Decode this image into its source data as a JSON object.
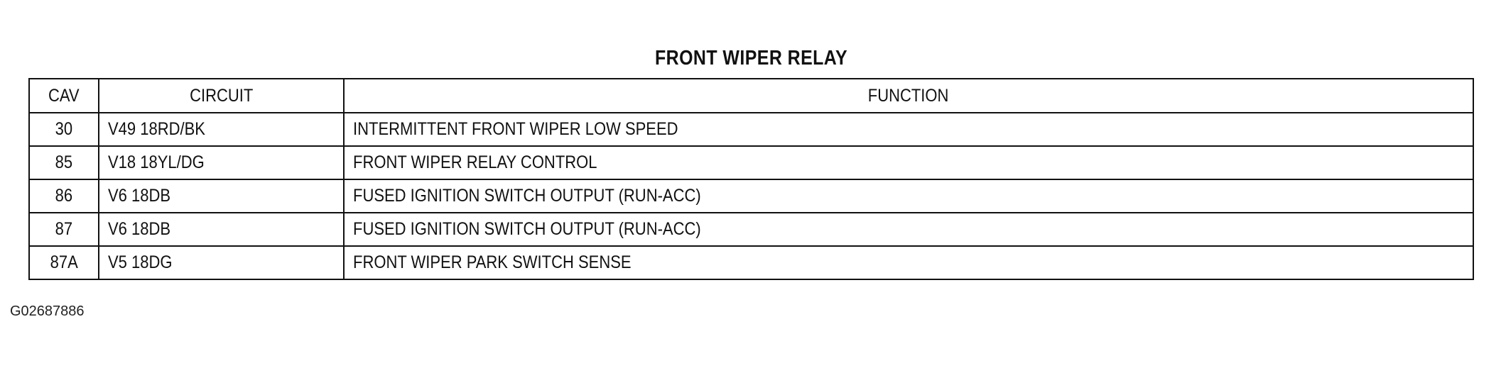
{
  "title": "FRONT WIPER RELAY",
  "table": {
    "headers": {
      "cav": "CAV",
      "circuit": "CIRCUIT",
      "function": "FUNCTION"
    },
    "rows": [
      {
        "cav": "30",
        "circuit": "V49 18RD/BK",
        "function": "INTERMITTENT FRONT WIPER LOW SPEED"
      },
      {
        "cav": "85",
        "circuit": "V18 18YL/DG",
        "function": "FRONT WIPER RELAY CONTROL"
      },
      {
        "cav": "86",
        "circuit": "V6 18DB",
        "function": "FUSED IGNITION SWITCH OUTPUT (RUN-ACC)"
      },
      {
        "cav": "87",
        "circuit": "V6 18DB",
        "function": "FUSED IGNITION SWITCH OUTPUT (RUN-ACC)"
      },
      {
        "cav": "87A",
        "circuit": "V5 18DG",
        "function": "FRONT WIPER PARK SWITCH SENSE"
      }
    ]
  },
  "figure_id": "G02687886"
}
